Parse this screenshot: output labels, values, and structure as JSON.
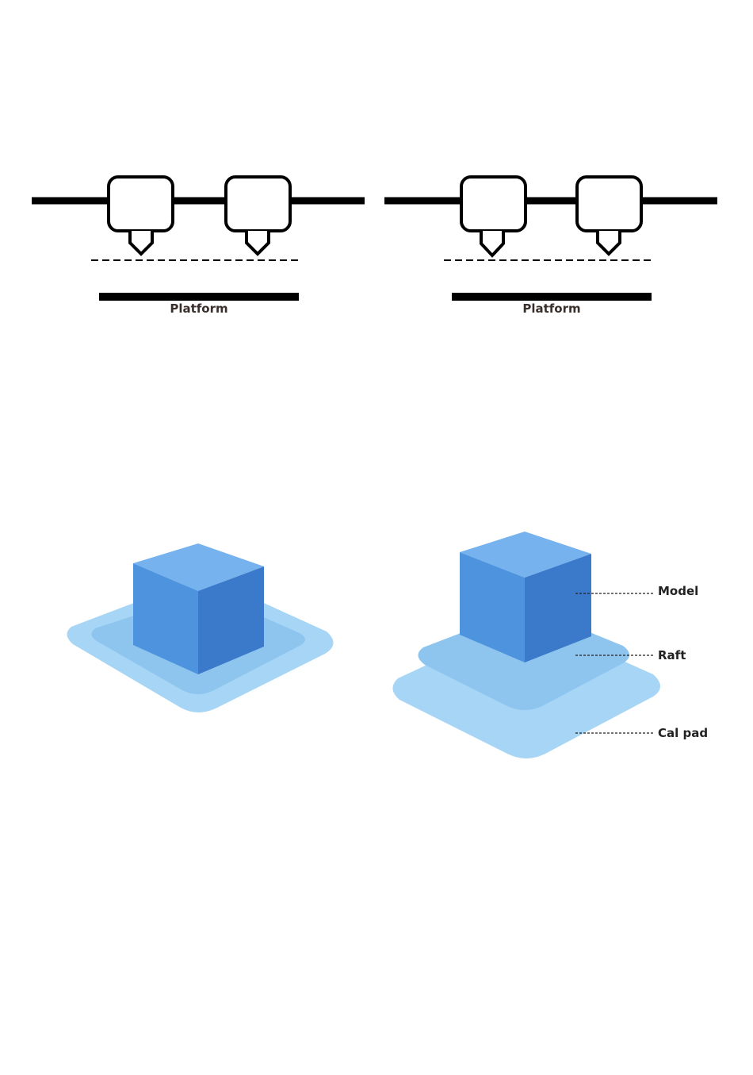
{
  "nozzle_diagrams": [
    {
      "platform_label": "Platform"
    },
    {
      "platform_label": "Platform"
    }
  ],
  "layer_diagram": {
    "labels": {
      "model": "Model",
      "raft": "Raft",
      "cal_pad": "Cal pad"
    }
  },
  "colors": {
    "cube_front": "#4e93dd",
    "cube_right": "#3b79ca",
    "cube_top": "#75b2ee",
    "raft": "#8ec5ef",
    "cal_pad": "#a6d5f6",
    "line": "#000000"
  }
}
